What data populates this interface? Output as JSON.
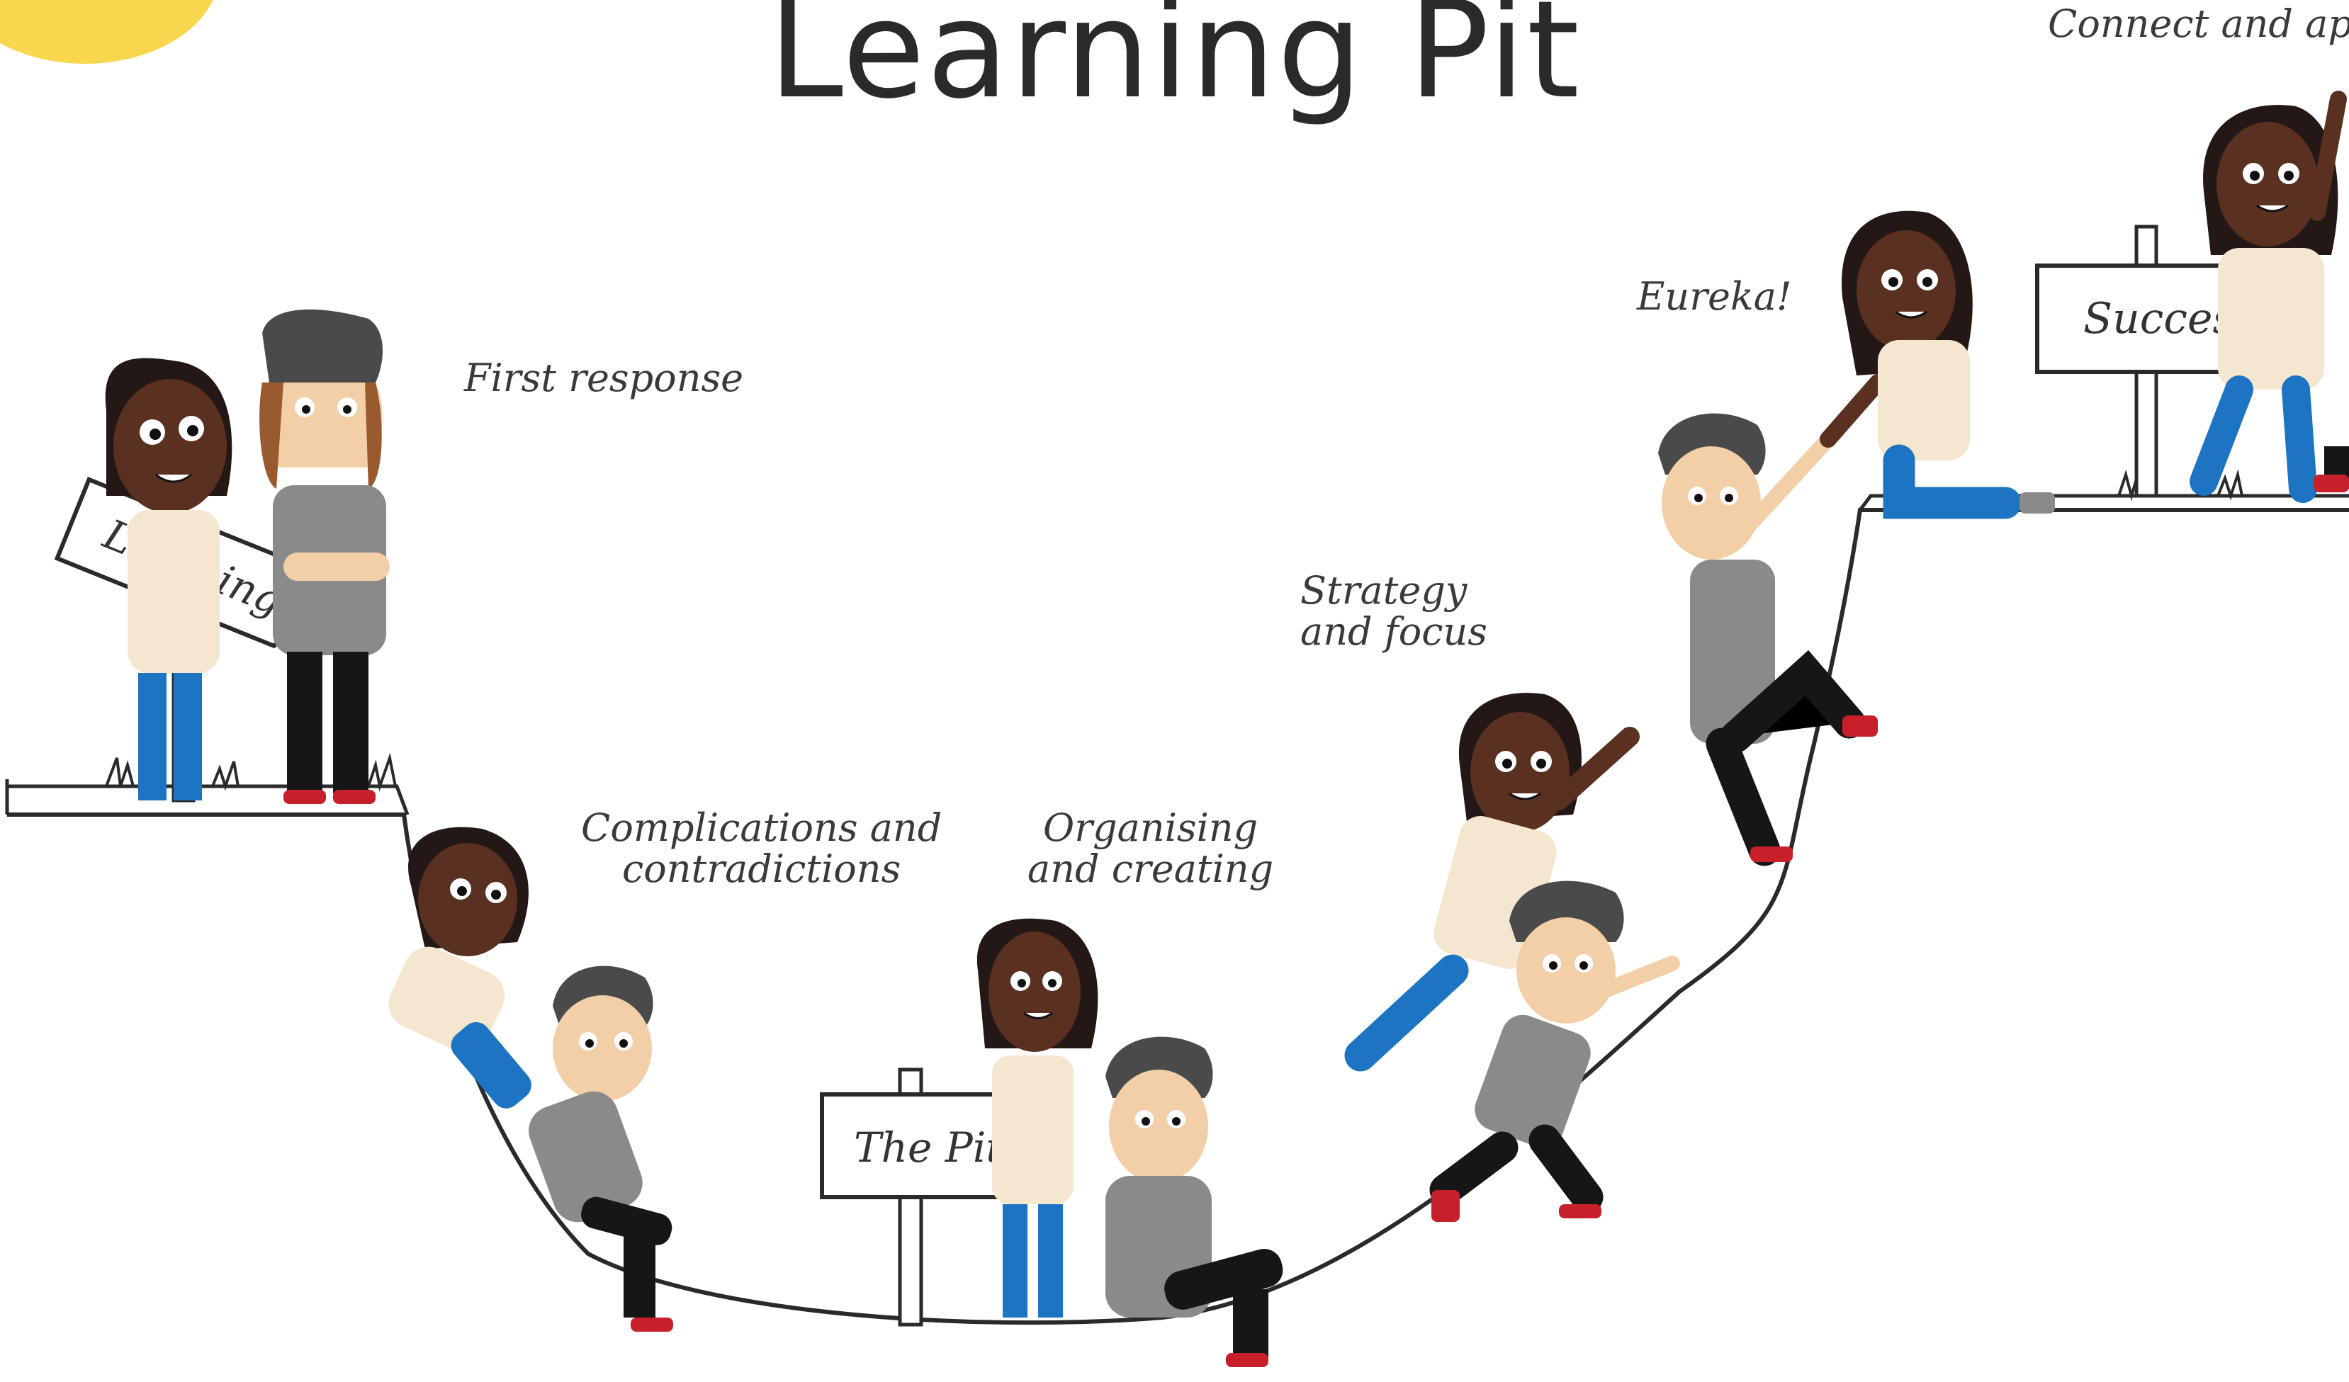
{
  "title": "Learning Pit",
  "stages": {
    "first_response": "First response",
    "complications": [
      "Complications and",
      "contradictions"
    ],
    "organising": [
      "Organising",
      "and creating"
    ],
    "strategy": [
      "Strategy",
      "and focus"
    ],
    "eureka": "Eureka!",
    "connect": "Connect and apply"
  },
  "signs": {
    "learning": "Learning",
    "pit": "The Pit",
    "success": "Success"
  },
  "colors": {
    "badge": "#f8d64e",
    "skin_dark": "#5a3020",
    "skin_light": "#f3cfa8",
    "hair": "#231815",
    "grey_shirt": "#8a8a8a",
    "cream_shirt": "#f5e6cf",
    "blue_pants": "#1d74c2",
    "black_pants": "#161616",
    "red_shoes": "#c8202a",
    "line": "#2a2a2a"
  }
}
